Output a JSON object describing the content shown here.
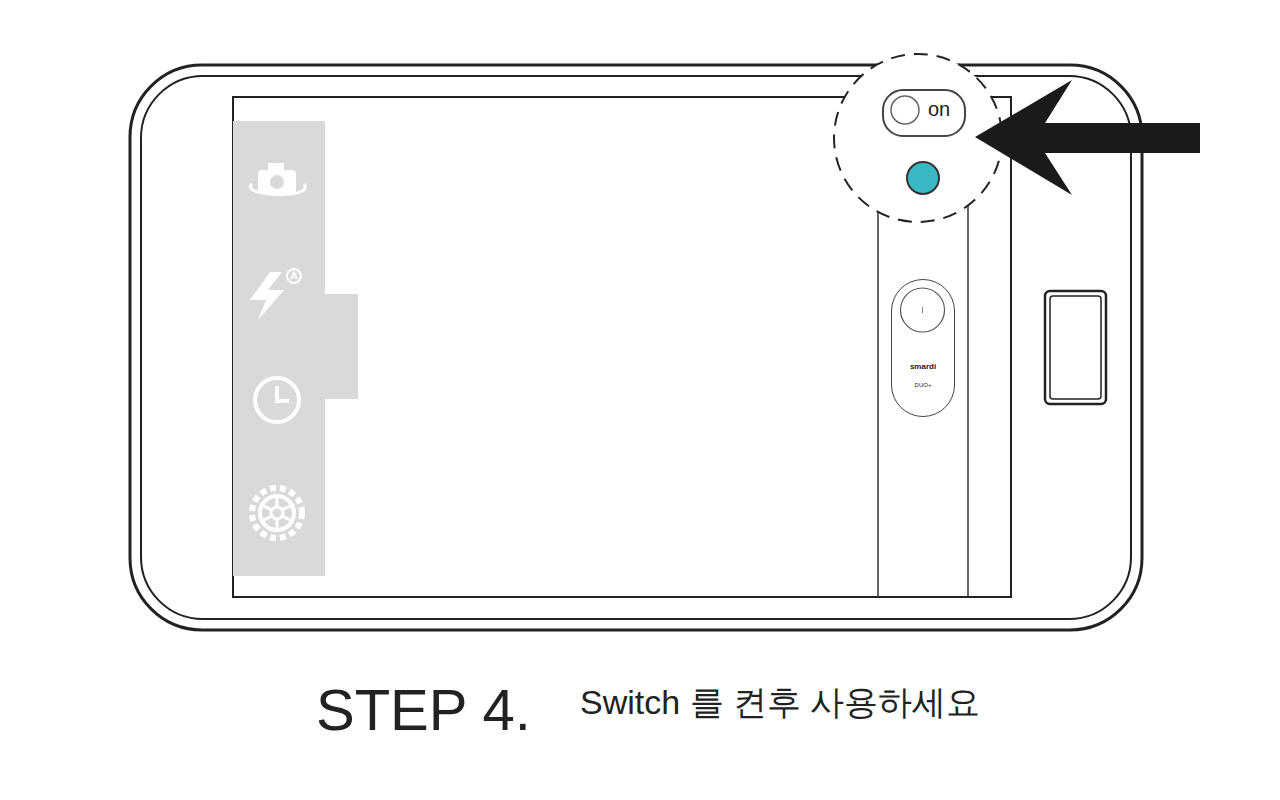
{
  "diagram": {
    "title": "STEP 4.",
    "caption": "Switch 를 켠후 사용하세요",
    "nodes": [
      {
        "text": [
          "on"
        ]
      },
      {
        "text": [
          "smardi",
          "DUO+"
        ]
      }
    ]
  }
}
